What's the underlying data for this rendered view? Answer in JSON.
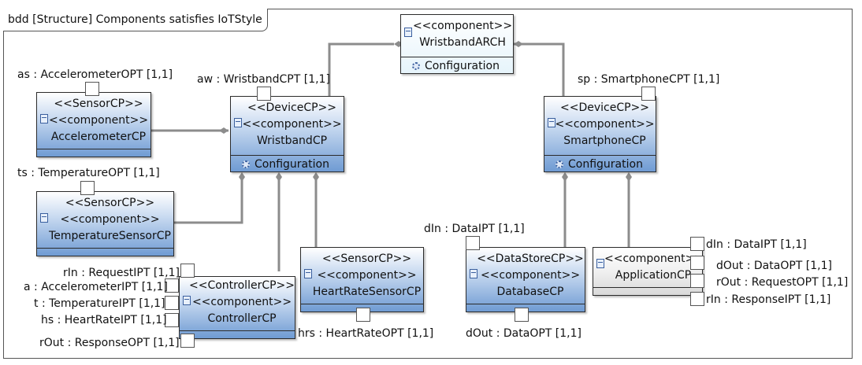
{
  "frame": {
    "title": "bdd [Structure] Components satisfies IoTStyle"
  },
  "blocks": {
    "wristbandarch": {
      "stereotypes": [
        "<<component>>"
      ],
      "name": "WristbandARCH",
      "compartment": "Configuration"
    },
    "accelerometer": {
      "stereotypes": [
        "<<SensorCP>>",
        "<<component>>"
      ],
      "name": "AccelerometerCP"
    },
    "temperature": {
      "stereotypes": [
        "<<SensorCP>>",
        "<<component>>"
      ],
      "name": "TemperatureSensorCP"
    },
    "wristband": {
      "stereotypes": [
        "<<DeviceCP>>",
        "<<component>>"
      ],
      "name": "WristbandCP",
      "compartment": "Configuration"
    },
    "smartphone": {
      "stereotypes": [
        "<<DeviceCP>>",
        "<<component>>"
      ],
      "name": "SmartphoneCP",
      "compartment": "Configuration"
    },
    "controller": {
      "stereotypes": [
        "<<ControllerCP>>",
        "<<component>>"
      ],
      "name": "ControllerCP"
    },
    "heartrate": {
      "stereotypes": [
        "<<SensorCP>>",
        "<<component>>"
      ],
      "name": "HeartRateSensorCP"
    },
    "database": {
      "stereotypes": [
        "<<DataStoreCP>>",
        "<<component>>"
      ],
      "name": "DatabaseCP"
    },
    "application": {
      "stereotypes": [
        "<<component>>"
      ],
      "name": "ApplicationCP"
    }
  },
  "labels": {
    "as": "as : AccelerometerOPT [1,1]",
    "aw": "aw : WristbandCPT [1,1]",
    "sp": "sp : SmartphoneCPT [1,1]",
    "ts": "ts : TemperatureOPT [1,1]",
    "din_db": "dIn : DataIPT [1,1]",
    "din_app": "dIn : DataIPT [1,1]",
    "dout_app": "dOut : DataOPT [1,1]",
    "rout_app": "rOut : RequestOPT [1,1]",
    "rin_app": "rIn : ResponseIPT [1,1]",
    "rin_ctrl": "rIn : RequestIPT [1,1]",
    "a_ctrl": "a : AccelerometerIPT [1,1]",
    "t_ctrl": "t : TemperatureIPT [1,1]",
    "hs_ctrl": "hs : HeartRateIPT [1,1]",
    "rout_ctrl": "rOut : ResponseOPT [1,1]",
    "hrs": "hrs : HeartRateOPT [1,1]",
    "dout_db": "dOut : DataOPT [1,1]"
  }
}
